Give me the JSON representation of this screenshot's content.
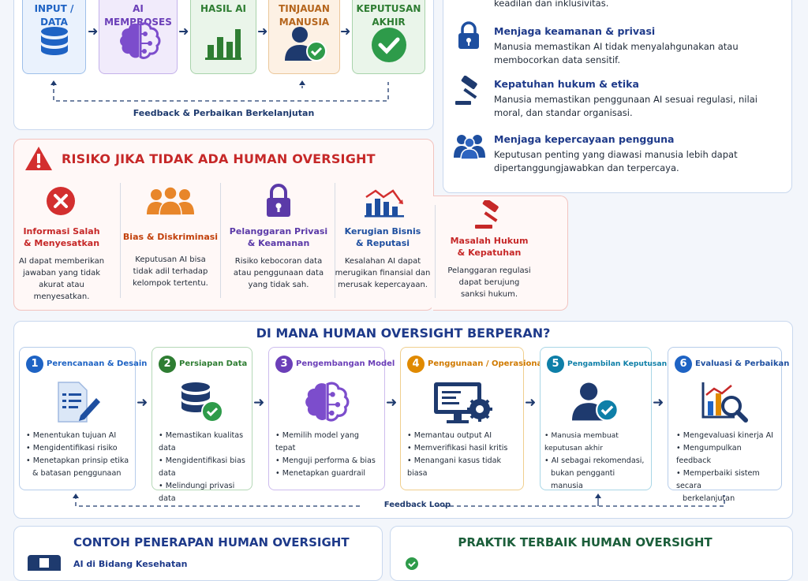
{
  "flow": {
    "steps": [
      {
        "label": "INPUT /\nDATA",
        "color": "#1e63c4"
      },
      {
        "label": "AI MEMPROSES",
        "color": "#6b3fb8"
      },
      {
        "label": "HASIL AI",
        "color": "#2e7d32"
      },
      {
        "label": "TINJAUAN\nMANUSIA",
        "color": "#b5651d"
      },
      {
        "label": "KEPUTUSAN\nAKHIR",
        "color": "#2e7d32"
      }
    ],
    "feedback": "Feedback & Perbaikan Berkelanjutan"
  },
  "roles": {
    "top_text": "keadilan dan inklusivitas.",
    "items": [
      {
        "title": "Menjaga keamanan & privasi",
        "desc": "Manusia memastikan AI tidak menyalahgunakan atau membocorkan data sensitif.",
        "icon": "lock-icon"
      },
      {
        "title": "Kepatuhan hukum & etika",
        "desc": "Manusia memastikan penggunaan AI sesuai regulasi, nilai moral, dan standar organisasi.",
        "icon": "gavel-icon"
      },
      {
        "title": "Menjaga kepercayaan pengguna",
        "desc": "Keputusan penting yang diawasi manusia lebih dapat dipertanggungjawabkan dan terpercaya.",
        "icon": "users-icon"
      }
    ]
  },
  "risk": {
    "title": "RISIKO JIKA TIDAK ADA HUMAN OVERSIGHT",
    "items": [
      {
        "title": "Informasi Salah\n& Menyesatkan",
        "desc": "AI dapat memberikan jawaban yang tidak akurat atau menyesatkan.",
        "color": "#c62828",
        "icon": "error-icon"
      },
      {
        "title": "Bias & Diskriminasi",
        "desc": "Keputusan AI bisa tidak adil terhadap kelompok tertentu.",
        "color": "#c2410c",
        "icon": "group-icon"
      },
      {
        "title": "Pelanggaran Privasi\n& Keamanan",
        "desc": "Risiko kebocoran data atau penggunaan data yang tidak sah.",
        "color": "#5b3aa8",
        "icon": "padlock-icon"
      },
      {
        "title": "Kerugian Bisnis\n& Reputasi",
        "desc": "Kesalahan AI dapat merugikan finansial dan merusak kepercayaan.",
        "color": "#1e4fa0",
        "icon": "loss-chart-icon"
      },
      {
        "title": "Masalah Hukum\n& Kepatuhan",
        "desc": "Pelanggaran regulasi dapat berujung sanksi hukum.",
        "color": "#c62828",
        "icon": "law-gavel-icon"
      }
    ]
  },
  "where": {
    "title": "DI MANA HUMAN OVERSIGHT BERPERAN?",
    "stages": [
      {
        "num": "1",
        "title": "Perencanaan & Desain",
        "color": "#1e63c4",
        "bullets": [
          "Menentukan tujuan AI",
          "Mengidentifikasi risiko",
          "Menetapkan prinsip etika",
          "& batasan penggunaan"
        ]
      },
      {
        "num": "2",
        "title": "Persiapan Data",
        "color": "#2e7d32",
        "bullets": [
          "Memastikan kualitas data",
          "Mengidentifikasi bias data",
          "Melindungi privasi data"
        ]
      },
      {
        "num": "3",
        "title": "Pengembangan Model",
        "color": "#6b3fb8",
        "bullets": [
          "Memilih model yang tepat",
          "Menguji performa & bias",
          "Menetapkan guardrail"
        ]
      },
      {
        "num": "4",
        "title": "Penggunaan / Operasional",
        "color": "#e08a00",
        "bullets": [
          "Memantau output AI",
          "Memverifikasi hasil kritis",
          "Menangani kasus tidak biasa"
        ]
      },
      {
        "num": "5",
        "title": "Pengambilan Keputusan",
        "color": "#0e7fa8",
        "bullets": [
          "Manusia membuat keputusan akhir",
          "AI sebagai rekomendasi,",
          "bukan pengganti manusia"
        ]
      },
      {
        "num": "6",
        "title": "Evaluasi & Perbaikan",
        "color": "#1e63c4",
        "bullets": [
          "Mengevaluasi kinerja AI",
          "Mengumpulkan feedback",
          "Memperbaiki sistem secara",
          "berkelanjutan"
        ]
      }
    ],
    "loop": "Feedback Loop"
  },
  "bottom": {
    "left_title": "CONTOH PENERAPAN HUMAN OVERSIGHT",
    "left_item": "AI di Bidang Kesehatan",
    "right_title": "PRAKTIK TERBAIK HUMAN OVERSIGHT"
  }
}
